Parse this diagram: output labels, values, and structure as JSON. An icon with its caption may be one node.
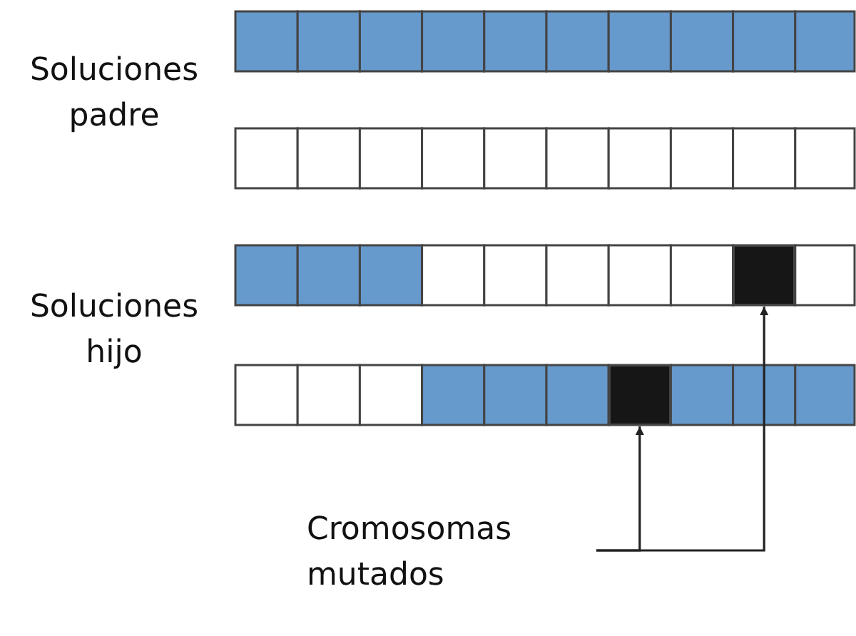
{
  "diagram": {
    "nodes": [
      {
        "text": [],
        "shape": "box"
      },
      {
        "text": [],
        "shape": "box"
      },
      {
        "text": [
          "Cromosomas mutados"
        ]
      }
    ],
    "edges": [
      {
        "from": 2,
        "to": 0,
        "arrow": "to"
      },
      {
        "from": 2,
        "to": 1,
        "arrow": "to"
      }
    ],
    "labels": [
      "Soluciones padre",
      "Soluciones hijo"
    ]
  }
}
